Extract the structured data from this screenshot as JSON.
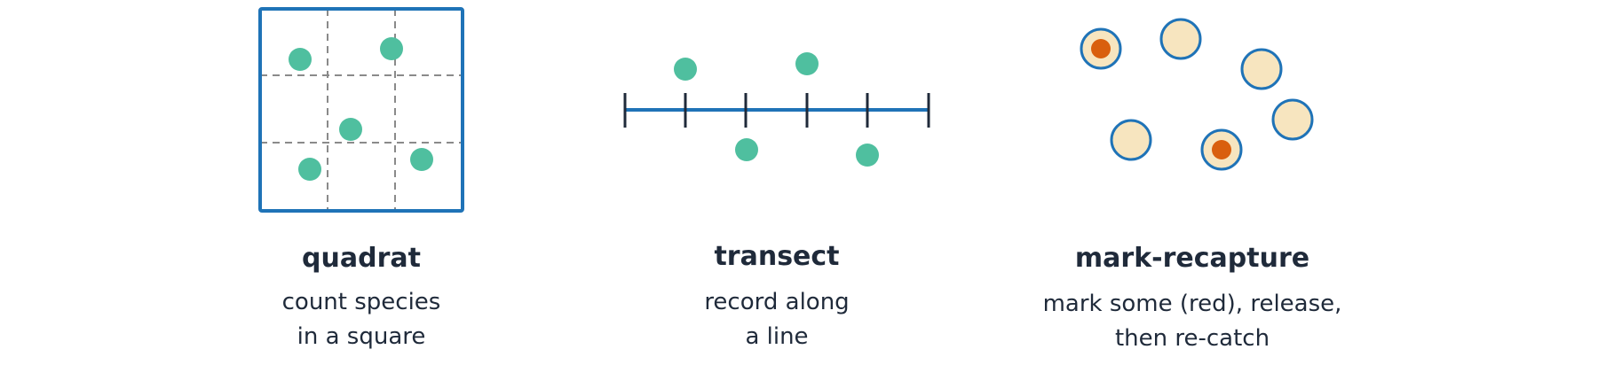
{
  "colors": {
    "frame_blue": "#1f73b7",
    "grid_gray": "#8a8a8a",
    "organism_green": "#4fbf9f",
    "tick_dark": "#1f2a3a",
    "unmarked_fill": "#f7e5bf",
    "marked_red": "#d95f0e",
    "text_dark": "#1f2a3a"
  },
  "panels": [
    {
      "id": "quadrat",
      "title": "quadrat",
      "caption_lines": [
        "count species",
        "in a square"
      ],
      "icon": "quadrat-grid-icon"
    },
    {
      "id": "transect",
      "title": "transect",
      "caption_lines": [
        "record along",
        "a line"
      ],
      "icon": "transect-line-icon"
    },
    {
      "id": "mark-recapture",
      "title": "mark-recapture",
      "caption_lines": [
        "mark some (red), release,",
        "then re-catch"
      ],
      "icon": "mark-recapture-icon",
      "individuals_total": 6,
      "individuals_marked": 2
    }
  ]
}
